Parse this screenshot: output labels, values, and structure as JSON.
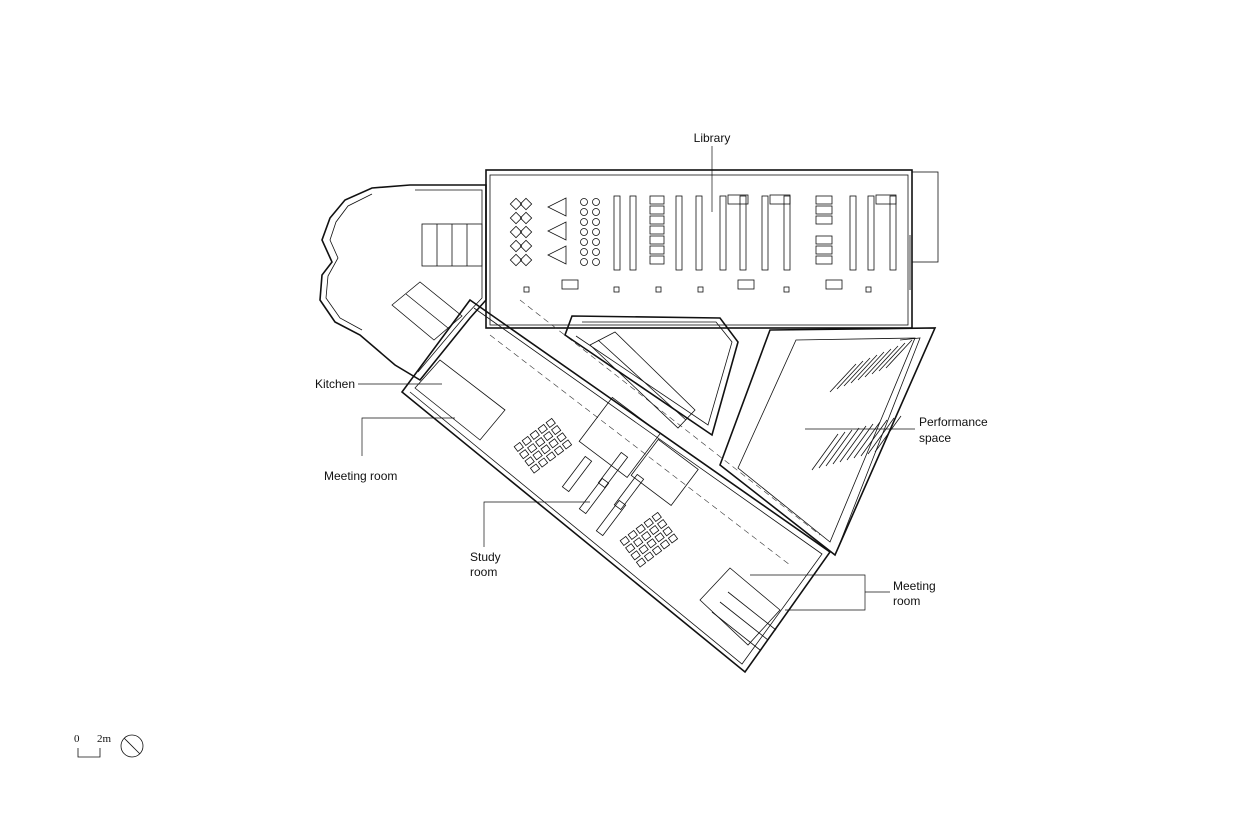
{
  "labels": {
    "library": "Library",
    "kitchen": "Kitchen",
    "meeting_room_left": "Meeting room",
    "study_room": [
      "Study",
      "room"
    ],
    "performance_space": [
      "Performance",
      "space"
    ],
    "meeting_room_right": [
      "Meeting",
      "room"
    ]
  },
  "scale_bar": {
    "zero": "0",
    "length": "2m"
  },
  "icons": {
    "north": "north-arrow-icon"
  }
}
